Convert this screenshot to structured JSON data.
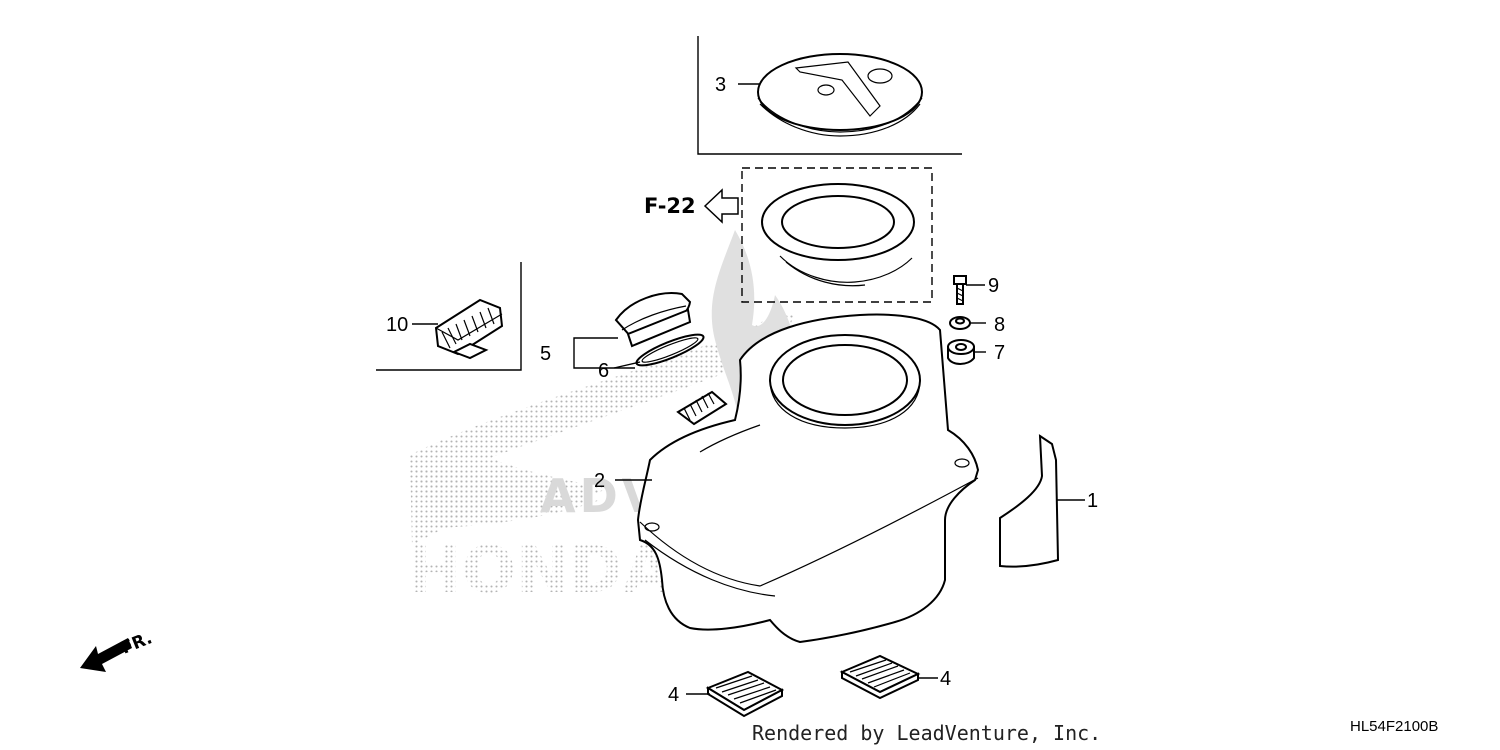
{
  "diagram": {
    "callouts": {
      "p1": "1",
      "p2": "2",
      "p3": "3",
      "p4a": "4",
      "p4b": "4",
      "p5": "5",
      "p6": "6",
      "p7": "7",
      "p8": "8",
      "p9": "9",
      "p10": "10"
    },
    "reference": "F-22",
    "direction_label": "FR.",
    "diagram_code": "HL54F2100B",
    "rendered_by": "Rendered by LeadVenture, Inc.",
    "watermark": {
      "brand": "HONDA",
      "dealer": "ADVENTURE"
    },
    "colors": {
      "line": "#000000",
      "watermark": "#bdbdbd",
      "background": "#ffffff"
    }
  }
}
